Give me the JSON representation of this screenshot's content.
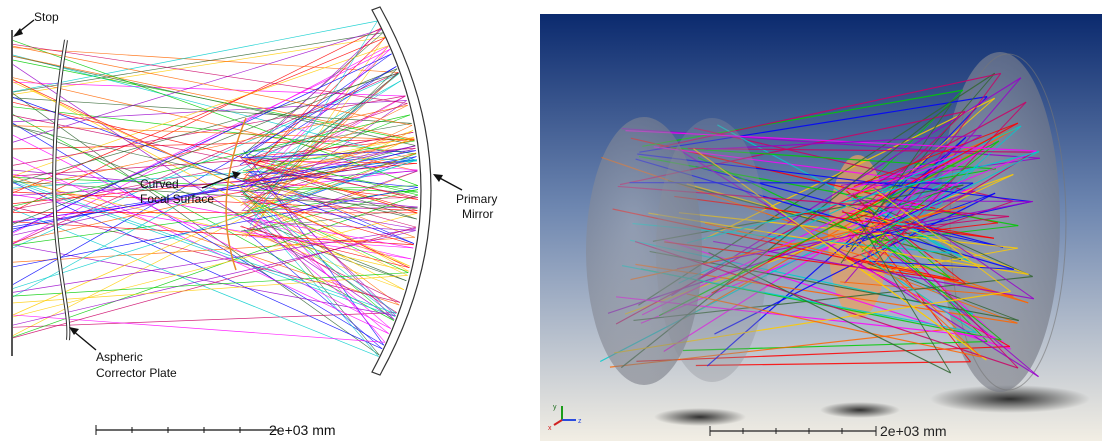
{
  "left_diagram": {
    "labels": {
      "stop": "Stop",
      "focal_line1": "Curved",
      "focal_line2": "Focal Surface",
      "mirror_line1": "Primary",
      "mirror_line2": "Mirror",
      "plate_line1": "Aspheric",
      "plate_line2": "Corrector Plate"
    },
    "scale_bar_label": "2e+03 mm"
  },
  "right_view": {
    "scale_bar_label": "2e+03 mm",
    "axis_labels": {
      "x": "x",
      "y": "y",
      "z": "z"
    }
  },
  "colors": {
    "rays": [
      "#ff0000",
      "#00cc00",
      "#0000ff",
      "#ff00ff",
      "#00cccc",
      "#ffcc00",
      "#ff6600",
      "#9900cc",
      "#336633",
      "#cc0066"
    ],
    "background_top": "#0b2a6e",
    "background_bottom": "#f2eee4",
    "focal_surface": "#e8a060",
    "disk_fill": "#8c8f99"
  }
}
